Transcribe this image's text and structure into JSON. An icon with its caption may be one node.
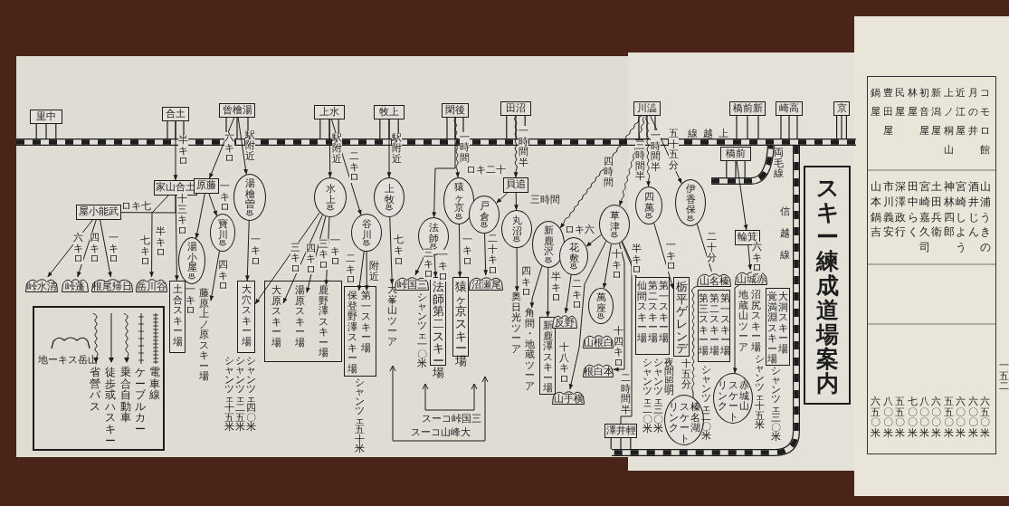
{
  "diagram": {
    "title": "スキー練成道場案内",
    "nodes": [
      {
        "text": [
          "里中"
        ]
      },
      {
        "text": [
          "合土"
        ]
      },
      {
        "text": [
          "曾檜湯"
        ]
      },
      {
        "text": [
          "上水"
        ]
      },
      {
        "text": [
          "牧上"
        ]
      },
      {
        "text": [
          "閑後"
        ]
      },
      {
        "text": [
          "田沼"
        ]
      },
      {
        "text": [
          "川澁"
        ]
      },
      {
        "text": [
          "橋前新"
        ]
      },
      {
        "text": [
          "崎高"
        ]
      },
      {
        "text": [
          "京"
        ]
      },
      {
        "text": [
          "橋前"
        ]
      },
      {
        "text": [
          "澤井輕"
        ]
      },
      {
        "text": [
          "家山合土"
        ]
      },
      {
        "text": [
          "屋小能武"
        ]
      },
      {
        "text": [
          "峠水清"
        ]
      },
      {
        "text": [
          "峠蓬"
        ]
      },
      {
        "text": [
          "根尾帰日"
        ]
      },
      {
        "text": [
          "岳川谷"
        ]
      },
      {
        "text": [
          "土合スキー場"
        ]
      },
      {
        "text": [
          "原藤"
        ]
      },
      {
        "text": [
          "寶川"
        ]
      },
      {
        "text": [
          "湯小屋"
        ]
      },
      {
        "text": [
          "藤原上ノ原スキー場"
        ]
      },
      {
        "text": [
          "湯檜曽"
        ]
      },
      {
        "text": [
          "大穴スキー場"
        ],
        "beside": [
          "シャンツェ十五米",
          "シャンツェ二五米",
          "シャンツェ四〇米"
        ]
      },
      {
        "text": [],
        "shape": "box"
      },
      {
        "text": [
          "鹿野澤スキー場"
        ],
        "in": 26
      },
      {
        "text": [
          "湯原スキー場"
        ],
        "in": 26
      },
      {
        "text": [
          "大原スキー場"
        ],
        "in": 26
      },
      {
        "text": [],
        "shape": "box",
        "beside": [
          "シャンツェ五十米"
        ]
      },
      {
        "text": [
          "第一スキー場"
        ],
        "in": 30
      },
      {
        "text": [
          "保登野澤スキー場"
        ],
        "in": 30
      },
      {
        "text": [
          "水上"
        ]
      },
      {
        "text": [
          "谷川"
        ]
      },
      {
        "text": [
          "上牧"
        ]
      },
      {
        "text": [
          "大峯山ツーア"
        ]
      },
      {
        "text": [
          "法師"
        ]
      },
      {
        "text": [
          "猿ヶ京"
        ]
      },
      {
        "text": [
          "峠国三"
        ]
      },
      {
        "text": [
          "法師第二スキー場"
        ],
        "beside": [
          "シャンツェ一〇米"
        ]
      },
      {
        "text": [
          "猿ヶ京スキー場"
        ]
      },
      {
        "text": [
          "貝追"
        ]
      },
      {
        "text": [
          "戸倉"
        ]
      },
      {
        "text": [
          "丸沼"
        ]
      },
      {
        "text": [
          "沼瀬尾"
        ]
      },
      {
        "text": [
          "奥日光ツーア"
        ]
      },
      {
        "text": [
          "新鹿沢"
        ]
      },
      {
        "text": [
          "角間・地蔵ツーア"
        ]
      },
      {
        "text": [
          "新鹿澤スキー場"
        ]
      },
      {
        "text": [
          "花敷"
        ]
      },
      {
        "text": [
          "反野"
        ]
      },
      {
        "text": [
          "山手横"
        ]
      },
      {
        "text": [
          "草津"
        ]
      },
      {
        "text": [
          "萬座"
        ]
      },
      {
        "text": [
          "山根白"
        ]
      },
      {
        "text": [
          "根白本"
        ]
      },
      {
        "text": [
          "仙間スキー場",
          "第二スキー場",
          "第一スキー場"
        ],
        "beside": [
          "シャンツェ二〇米",
          "シャンツェ三〇米",
          "夜間照明"
        ]
      },
      {
        "text": [
          "栃平ゲレンデ"
        ]
      },
      {
        "text": [
          "四萬"
        ]
      },
      {
        "text": [
          "伊香保"
        ]
      },
      {
        "text": [
          "山名榛"
        ]
      },
      {
        "text": [
          "第三スキー場",
          "第二スキー場",
          "第一スキー場"
        ],
        "beside": [
          "シャンツェ二〇米"
        ]
      },
      {
        "text": [
          "リンク",
          "スケート",
          "榛名湖"
        ]
      },
      {
        "text": [
          "輪箕"
        ]
      },
      {
        "text": [
          "山城赤"
        ]
      },
      {
        "text": [
          "沼尻スキー場"
        ],
        "beside": [
          "シャンツェ十五米"
        ]
      },
      {
        "text": [
          "地蔵山ツーア"
        ]
      },
      {
        "text": [
          "覚満淵スキー場",
          "大洞スキー場"
        ],
        "beside": [
          "シャンツェ三〇米"
        ]
      },
      {
        "text": [
          "リンク",
          "スケート",
          "赤城山"
        ]
      }
    ],
    "edges": [
      {
        "from": 1,
        "to": 13,
        "arrow": "to",
        "label": "半キロ"
      },
      {
        "from": 13,
        "to": 14,
        "arrow": "none",
        "label": "ロキ七"
      },
      {
        "from": 13,
        "to": 18,
        "arrow": "to",
        "label": "七キロ"
      },
      {
        "from": 13,
        "to": 19,
        "arrow": "to",
        "label": "半キロ"
      },
      {
        "from": 14,
        "to": 15,
        "arrow": "to",
        "label": "六キロ"
      },
      {
        "from": 14,
        "to": 16,
        "arrow": "to",
        "label": "四キロ"
      },
      {
        "from": 14,
        "to": 17,
        "arrow": "to",
        "label": "一キロ"
      },
      {
        "from": 2,
        "to": 20,
        "arrow": "to",
        "label": "六キロ"
      },
      {
        "from": 20,
        "to": 21,
        "arrow": "to",
        "label": "一キロ"
      },
      {
        "from": 20,
        "to": 22,
        "arrow": "to",
        "label": "十三キロ"
      },
      {
        "from": 21,
        "to": 23,
        "arrow": "to",
        "label": "四キロ"
      },
      {
        "from": 2,
        "to": 24,
        "arrow": "to",
        "label": "駅附近"
      },
      {
        "from": 24,
        "to": 25,
        "arrow": "to",
        "label": "一キロ"
      },
      {
        "from": 33,
        "to": 25,
        "arrow": "to",
        "label": "三キロ"
      },
      {
        "from": 3,
        "to": 33,
        "arrow": "to",
        "label": "駅附近"
      },
      {
        "from": 3,
        "to": 34,
        "arrow": "to",
        "label": "二キロ"
      },
      {
        "from": 33,
        "to": 29,
        "arrow": "to",
        "label": "四キロ"
      },
      {
        "from": 33,
        "to": 28,
        "arrow": "to",
        "label": "三キロ"
      },
      {
        "from": 33,
        "to": 27,
        "arrow": "to",
        "label": "一キロ"
      },
      {
        "from": 34,
        "to": 31,
        "arrow": "to",
        "label": "附近"
      },
      {
        "from": 34,
        "to": 32,
        "arrow": "to",
        "label": "二キロ"
      },
      {
        "from": 4,
        "to": 35,
        "arrow": "to",
        "label": "駅附近"
      },
      {
        "from": 35,
        "to": 36,
        "arrow": "to",
        "label": "七キロ"
      },
      {
        "from": 5,
        "to": 38,
        "arrow": "to",
        "label": "一時間"
      },
      {
        "from": 5,
        "to": 37,
        "arrow": "to"
      },
      {
        "from": 38,
        "to": 41,
        "arrow": "to",
        "label": "一キロ"
      },
      {
        "from": 37,
        "to": 40,
        "arrow": "to",
        "label": "一キロ"
      },
      {
        "from": 37,
        "to": 39,
        "arrow": "to",
        "label": "三キロ"
      },
      {
        "from": 6,
        "to": 42,
        "arrow": "to",
        "label": "一時間半"
      },
      {
        "from": 42,
        "to": 43,
        "arrow": "to",
        "label": "ロキ二十"
      },
      {
        "from": 42,
        "to": 44,
        "arrow": "to",
        "label": "三時間"
      },
      {
        "from": 43,
        "to": 45,
        "arrow": "to",
        "label": "二十キロ"
      },
      {
        "from": 44,
        "to": 46,
        "arrow": "to"
      },
      {
        "from": 7,
        "to": 47,
        "arrow": "to",
        "label": "四時間"
      },
      {
        "from": 7,
        "to": 53,
        "arrow": "to",
        "label": "三時間半"
      },
      {
        "from": 7,
        "to": 59,
        "arrow": "to",
        "label": "一時間半"
      },
      {
        "from": 7,
        "to": 60,
        "arrow": "to",
        "label": "五十五分"
      },
      {
        "from": 47,
        "to": 48,
        "arrow": "to",
        "label": "四キロ"
      },
      {
        "from": 47,
        "to": 49,
        "arrow": "to",
        "label": "半キロ"
      },
      {
        "from": 50,
        "to": 51,
        "arrow": "to",
        "label": "二キロ"
      },
      {
        "from": 53,
        "to": 50,
        "arrow": "to",
        "label": "ロキ六"
      },
      {
        "from": 53,
        "to": 52,
        "arrow": "to",
        "label": "十八キロ"
      },
      {
        "from": 53,
        "to": 54,
        "arrow": "to",
        "label": "十キロ"
      },
      {
        "from": 53,
        "to": 56,
        "arrow": "to",
        "label": "十四キロ"
      },
      {
        "from": 53,
        "to": 57,
        "arrow": "to",
        "label": "半キロ"
      },
      {
        "from": 53,
        "to": 12,
        "arrow": "none",
        "label": "二時間半"
      },
      {
        "from": 59,
        "to": 58,
        "arrow": "to",
        "label": "一キロ"
      },
      {
        "from": 60,
        "to": 61,
        "arrow": "none",
        "label": "二十分"
      },
      {
        "from": 61,
        "to": 63,
        "arrow": "to",
        "label": "十五分"
      },
      {
        "from": 11,
        "to": 64,
        "arrow": "to"
      },
      {
        "from": 64,
        "to": 65,
        "arrow": "to",
        "label": "六キロ"
      },
      {
        "from": 65,
        "to": 69,
        "arrow": "to"
      }
    ],
    "labels": [
      "線越上",
      "両毛線",
      "信越線",
      "一キロ",
      "スーコ峠国三",
      "スーコ山峰大",
      "コモロ館",
      "月の井",
      "近江屋",
      "上ノ桐山",
      "新潟屋",
      "初音屋",
      "林屋",
      "民屋",
      "豊田屋",
      "鍋屋",
      "山浦うきの",
      "酒井じん",
      "宮崎しよう",
      "神林四郎",
      "土田兵衛",
      "宮崎嘉久司",
      "田中らく",
      "深澤政行",
      "市川義安",
      "山本鍋吉",
      "六五〇米",
      "六〇〇米",
      "六〇〇米",
      "五五〇米",
      "六〇〇米",
      "八〇〇米",
      "七〇〇米",
      "五五〇米",
      "八〇〇米",
      "六五〇米",
      "一五二"
    ],
    "legend": [
      {
        "text": "地ーキス岳山"
      },
      {
        "text": "省營バス"
      },
      {
        "text": "徒歩或ハスキー"
      },
      {
        "text": "乗合自動車"
      },
      {
        "text": "ケーブルカー"
      },
      {
        "text": "電車線"
      }
    ]
  }
}
